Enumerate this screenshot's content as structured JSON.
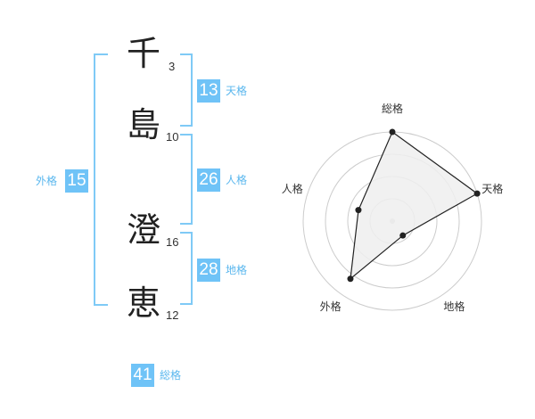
{
  "name": {
    "chars": [
      {
        "char": "千",
        "strokes": "3"
      },
      {
        "char": "島",
        "strokes": "10"
      },
      {
        "char": "澄",
        "strokes": "16"
      },
      {
        "char": "恵",
        "strokes": "12"
      }
    ]
  },
  "kakusu": {
    "tenkaku": {
      "value": "13",
      "label": "天格"
    },
    "jinkaku": {
      "value": "26",
      "label": "人格"
    },
    "chikaku": {
      "value": "28",
      "label": "地格"
    },
    "gaikaku": {
      "value": "15",
      "label": "外格"
    },
    "soukaku": {
      "value": "41",
      "label": "総格"
    }
  },
  "chart_data": {
    "type": "radar",
    "axes": [
      "総格",
      "天格",
      "地格",
      "外格",
      "人格"
    ],
    "values": [
      41,
      13,
      28,
      15,
      26
    ],
    "normalized": [
      1.0,
      1.0,
      0.2,
      0.8,
      0.4
    ],
    "rings": 4,
    "colors": {
      "fill": "#efefef",
      "line": "#222222",
      "grid": "#cccccc",
      "center": "#cccccc"
    }
  }
}
